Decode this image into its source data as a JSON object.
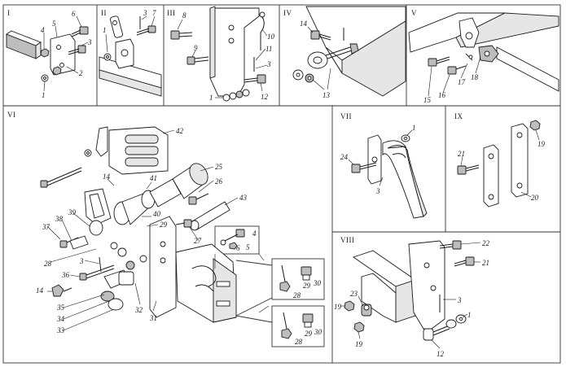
{
  "panels": [
    {
      "roman": "I",
      "callouts": [
        "6",
        "5",
        "4",
        "3",
        "2",
        "1"
      ]
    },
    {
      "roman": "II",
      "callouts": [
        "1",
        "3",
        "7"
      ]
    },
    {
      "roman": "III",
      "callouts": [
        "8",
        "9",
        "10",
        "11",
        "3",
        "1",
        "12"
      ]
    },
    {
      "roman": "IV",
      "callouts": [
        "14",
        "13"
      ]
    },
    {
      "roman": "V",
      "callouts": [
        "15",
        "16",
        "17",
        "18"
      ]
    },
    {
      "roman": "VI",
      "callouts": [
        "42",
        "14",
        "41",
        "25",
        "26",
        "43",
        "37",
        "38",
        "39",
        "40",
        "29",
        "27",
        "4",
        "5",
        "6",
        "28",
        "3",
        "36",
        "14",
        "35",
        "34",
        "33",
        "32",
        "31"
      ]
    },
    {
      "roman": "VII",
      "callouts": [
        "1",
        "24",
        "3"
      ]
    },
    {
      "roman": "IX",
      "callouts": [
        "19",
        "21",
        "20"
      ]
    },
    {
      "roman": "VIII",
      "callouts": [
        "22",
        "21",
        "23",
        "19",
        "3",
        "1",
        "19",
        "12"
      ]
    }
  ],
  "inset_upper": {
    "callouts": [
      "29",
      "30",
      "28"
    ]
  },
  "inset_lower": {
    "callouts": [
      "29",
      "30",
      "28"
    ]
  }
}
